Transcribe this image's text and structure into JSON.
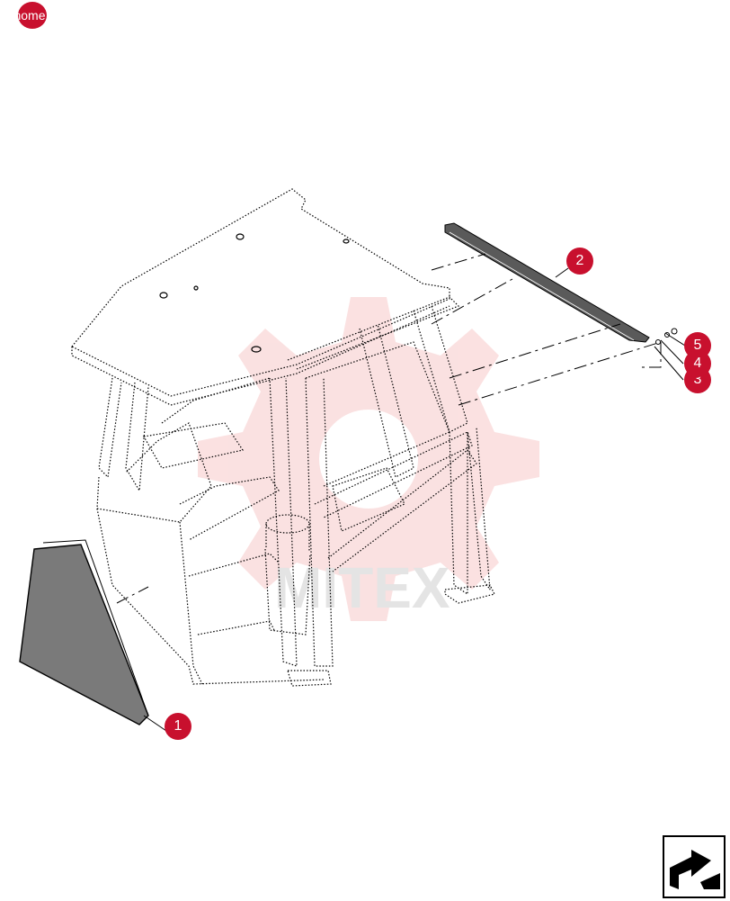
{
  "nav": {
    "home_label": "home"
  },
  "callouts": [
    "1",
    "2",
    "3",
    "4",
    "5"
  ],
  "watermark": {
    "text": "MITEX"
  },
  "colors": {
    "callout": "#c8102e",
    "line": "#000000",
    "watermark": "#f5c6c6"
  }
}
